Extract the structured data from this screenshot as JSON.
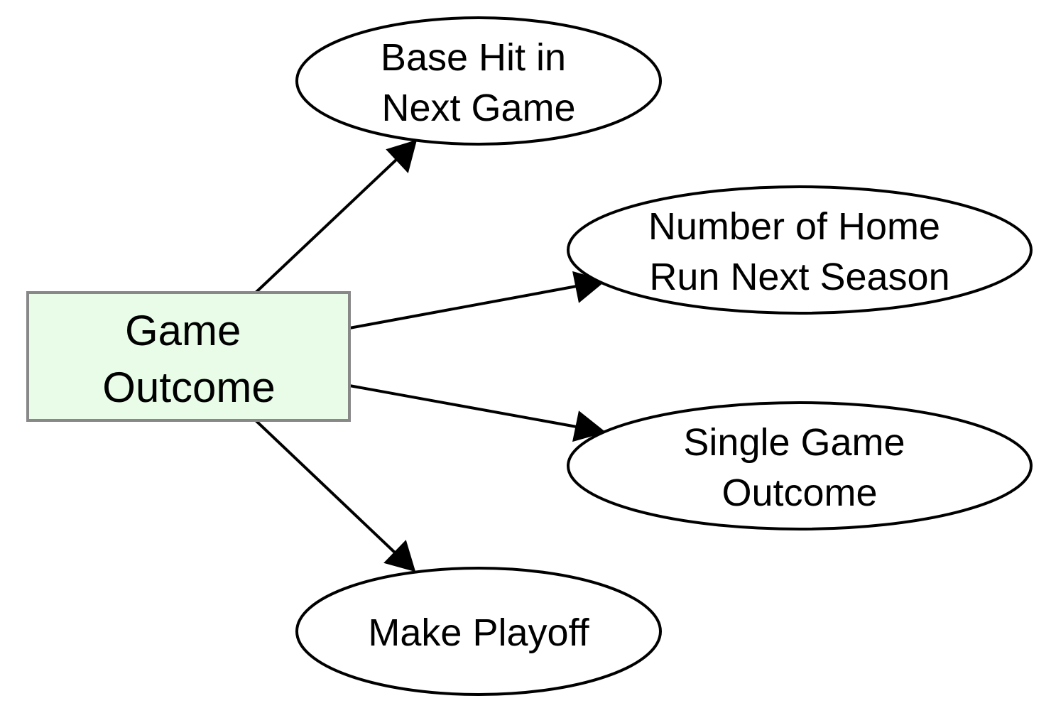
{
  "diagram": {
    "root": {
      "lines": [
        "Game",
        "Outcome"
      ],
      "fill_color": "#e8fce8",
      "border_color": "#888888"
    },
    "targets": [
      {
        "lines": [
          "Base Hit in",
          "Next Game"
        ]
      },
      {
        "lines": [
          "Number of Home",
          "Run Next Season"
        ]
      },
      {
        "lines": [
          "Single Game",
          "Outcome"
        ]
      },
      {
        "lines": [
          "Make Playoff"
        ]
      }
    ]
  }
}
